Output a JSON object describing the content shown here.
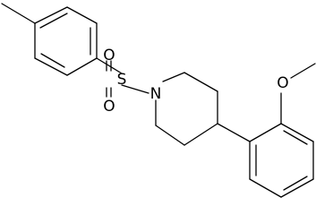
{
  "molecule": {
    "atoms": {
      "sulfur": "S",
      "nitrogen": "N",
      "sulfonyl_oxygen_top": "O",
      "sulfonyl_oxygen_bottom": "O",
      "methoxy_oxygen": "O"
    }
  }
}
